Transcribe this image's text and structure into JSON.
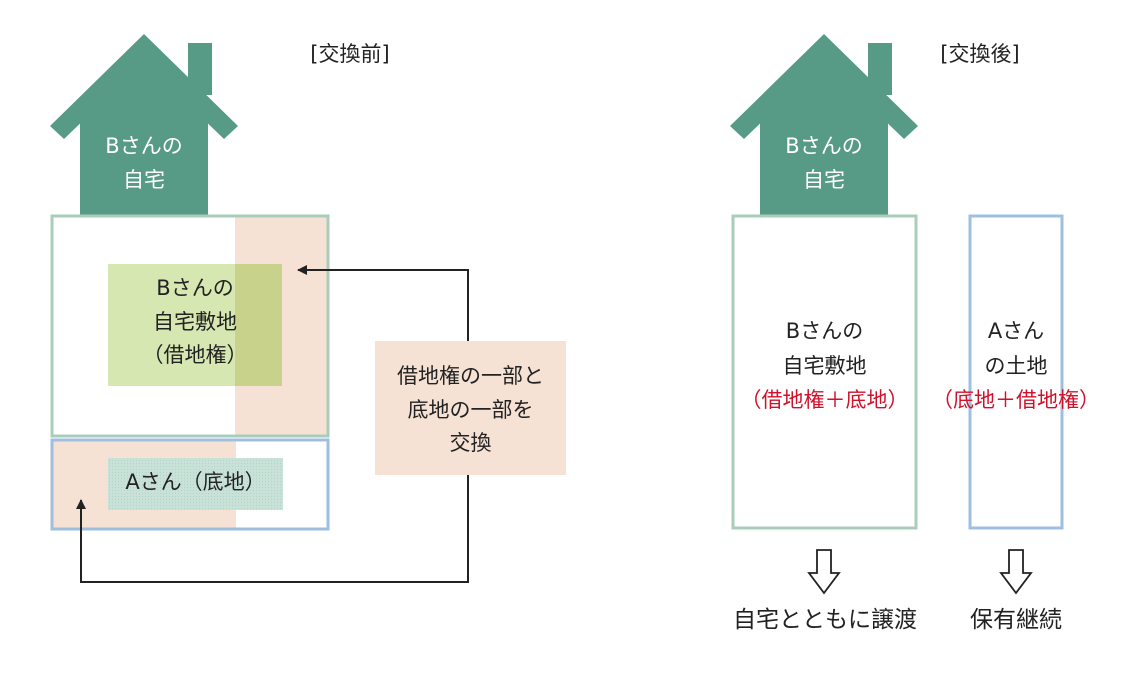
{
  "before": {
    "title": "[交換前]",
    "house_label": [
      "Bさんの",
      "自宅"
    ],
    "b_site_label": [
      "Bさんの",
      "自宅敷地",
      "（借地権）"
    ],
    "a_land_label": "Aさん（底地）",
    "exchange_box": [
      "借地権の一部と",
      "底地の一部を",
      "交換"
    ]
  },
  "after": {
    "title": "[交換後]",
    "house_label": [
      "Bさんの",
      "自宅"
    ],
    "b_parcel": [
      "Bさんの",
      "自宅敷地",
      "（借地権＋底地）"
    ],
    "a_parcel": [
      "Aさん",
      "の土地",
      "（底地＋借地権）"
    ],
    "b_outcome": "自宅とともに譲渡",
    "a_outcome": "保有継続"
  },
  "colors": {
    "house_green": "#579b87",
    "b_border": "#a9cdbb",
    "a_border": "#9fbfdf",
    "peach": "#f6e2d5",
    "light_green": "#d7e7b1",
    "overlap_green": "#c6d08a",
    "dotted_teal": "#c8e0d8",
    "red_text": "#d0112b"
  }
}
